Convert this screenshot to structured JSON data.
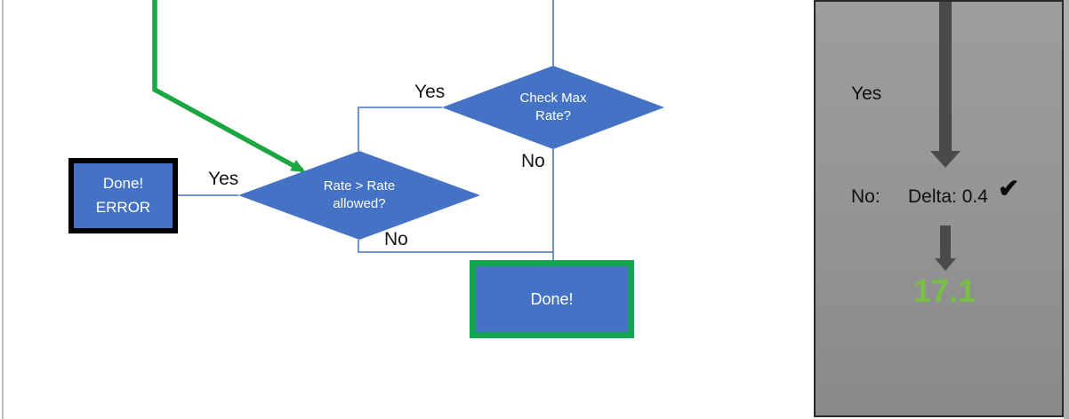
{
  "flowchart": {
    "check_max_rate": {
      "line1": "Check Max",
      "line2": "Rate?"
    },
    "rate_allowed": {
      "line1": "Rate > Rate",
      "line2": "allowed?"
    },
    "done_error": {
      "line1": "Done!",
      "line2": "ERROR"
    },
    "done": {
      "label": "Done!"
    },
    "edge_labels": {
      "check_max_yes": "Yes",
      "check_max_no": "No",
      "rate_yes": "Yes",
      "rate_no": "No"
    }
  },
  "side_panel": {
    "yes_label": "Yes",
    "no_label": "No:",
    "delta_value": "Delta: 0.4",
    "check_icon": "✔",
    "result_value": "17.1"
  },
  "colors": {
    "shape_blue": "#4472C4",
    "connector_blue": "#4472C4",
    "flow_green": "#1AA641",
    "done_border_green": "#14A44F",
    "result_green": "#77C043",
    "arrow_gray": "#4A4A4A",
    "panel_gray_top": "#9D9D9D",
    "panel_gray_bottom": "#898989"
  }
}
